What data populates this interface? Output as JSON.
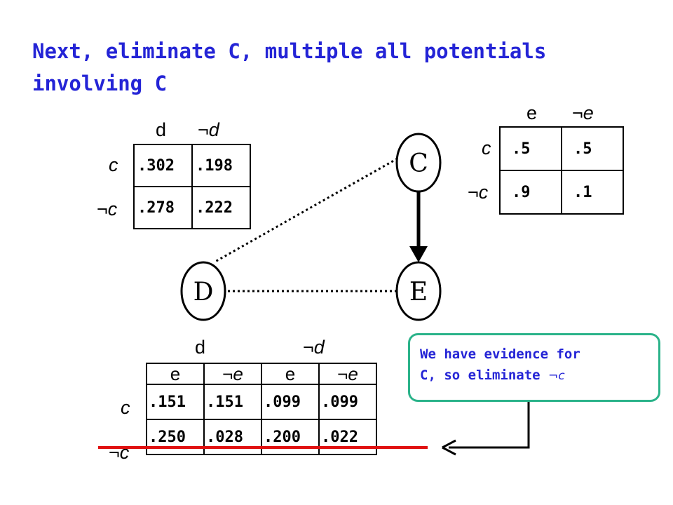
{
  "title": {
    "line1": "Next, eliminate C, multiple all potentials",
    "line2": "involving C"
  },
  "table_cd": {
    "col_headers": [
      "d",
      "¬d"
    ],
    "row_headers": [
      "c",
      "¬c"
    ],
    "rows": [
      [
        ".302",
        ".198"
      ],
      [
        ".278",
        ".222"
      ]
    ]
  },
  "table_ce": {
    "col_headers": [
      "e",
      "¬e"
    ],
    "row_headers": [
      "c",
      "¬c"
    ],
    "rows": [
      [
        ".5",
        ".5"
      ],
      [
        ".9",
        ".1"
      ]
    ]
  },
  "table_cde": {
    "group_headers": [
      "d",
      "¬d"
    ],
    "col_headers": [
      "e",
      "¬e",
      "e",
      "¬e"
    ],
    "row_headers": [
      "c",
      "¬c"
    ],
    "rows": [
      [
        ".151",
        ".151",
        ".099",
        ".099"
      ],
      [
        ".250",
        ".028",
        ".200",
        ".022"
      ]
    ]
  },
  "nodes": {
    "c": "C",
    "d": "D",
    "e": "E"
  },
  "callout": {
    "line1": "We have evidence for",
    "line2_prefix": "C, so eliminate ",
    "line2_term": "¬c"
  },
  "colors": {
    "title": "#2424d6",
    "callout_border": "#2bb38a",
    "strike": "#e01010"
  }
}
